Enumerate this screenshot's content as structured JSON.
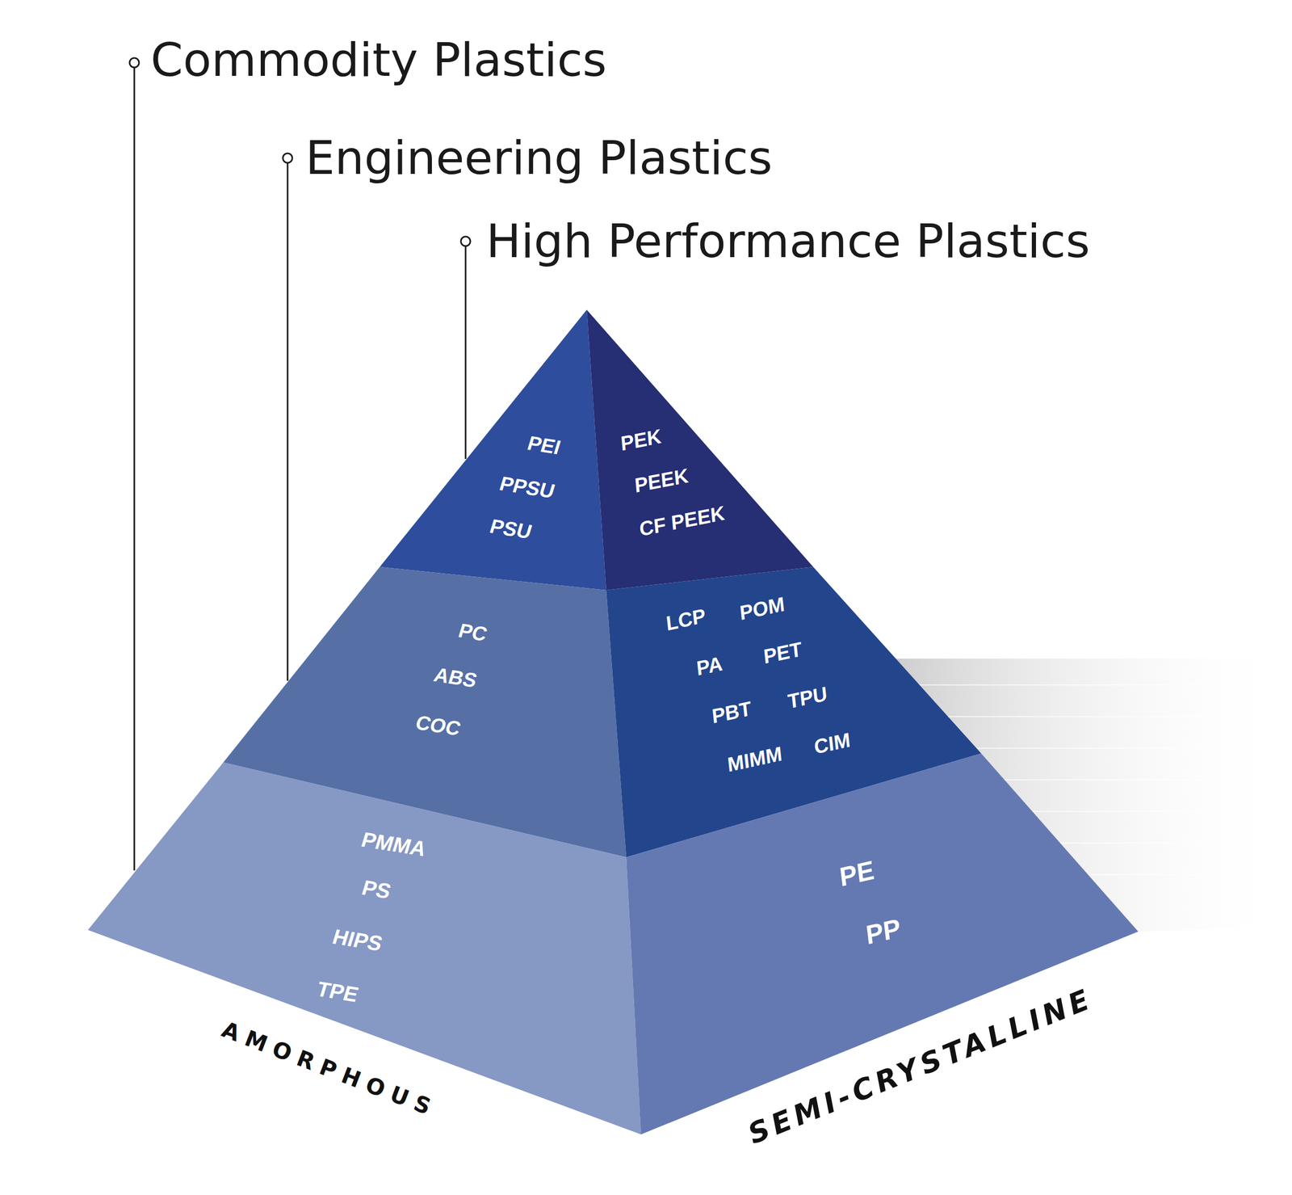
{
  "diagram": {
    "nodes": [
      {
        "text": [
          "PEI",
          "PPSU",
          "PSU"
        ]
      },
      {
        "text": [
          "PEK",
          "PEEK",
          "CF PEEK"
        ]
      },
      {
        "text": [
          "PC",
          "ABS",
          "COC"
        ]
      },
      {
        "text": [
          "LCP",
          "POM",
          "PA",
          "PET",
          "PBT",
          "TPU",
          "MIMM",
          "CIM"
        ]
      },
      {
        "text": [
          "PMMA",
          "PS",
          "HIPS",
          "TPE"
        ]
      },
      {
        "text": [
          "PE",
          "PP"
        ]
      }
    ],
    "labels": [
      "Commodity Plastics",
      "Engineering Plastics",
      "High Performance Plastics",
      "AMORPHOUS",
      "SEMI-CRYSTALLINE"
    ]
  }
}
